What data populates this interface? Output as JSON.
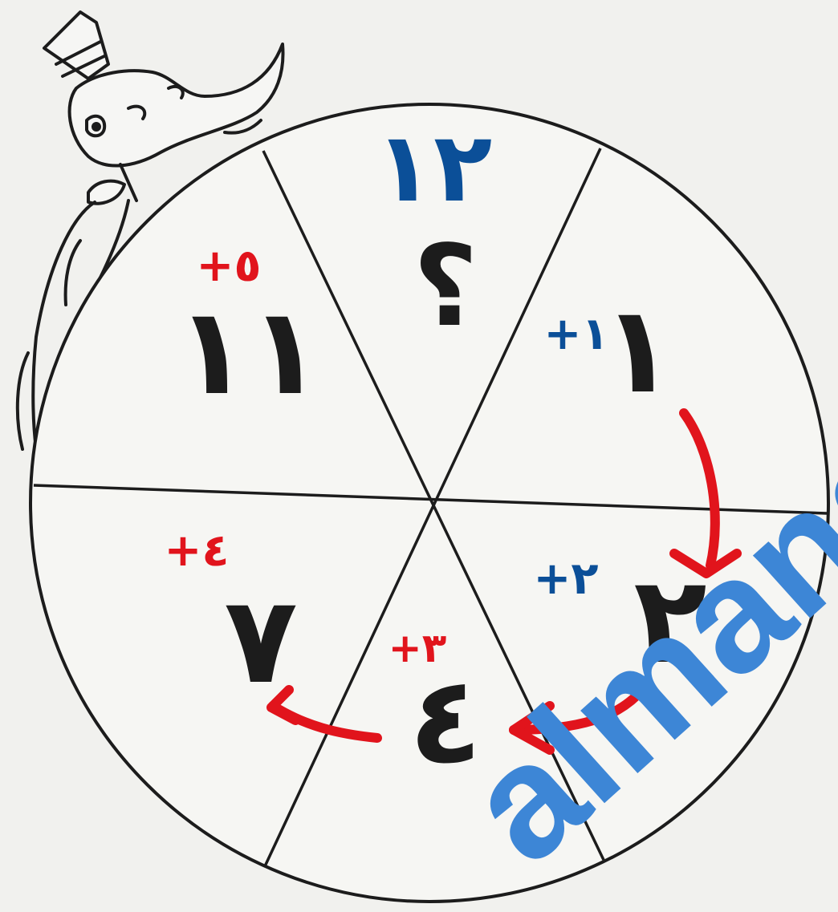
{
  "diagram": {
    "center_answer": "١٢",
    "sections": [
      {
        "id": "top",
        "number": "؟"
      },
      {
        "id": "upper-right",
        "number": "١",
        "step": "+١"
      },
      {
        "id": "lower-right",
        "number": "٢",
        "step": "+٢"
      },
      {
        "id": "bottom",
        "number": "٤",
        "step": "+٣"
      },
      {
        "id": "lower-left",
        "number": "٧",
        "step": "+٤"
      },
      {
        "id": "upper-left",
        "number": "١١",
        "step": "+٥"
      }
    ]
  },
  "colors": {
    "ink": "#1c1c1c",
    "red_annotation": "#e1141c",
    "blue_annotation": "#0b4f98",
    "watermark": "#3d86d6",
    "paper": "#f1f1ee"
  },
  "watermark": {
    "text": "almanahj"
  },
  "icons": [
    "cat-in-hat-character-icon",
    "arrow-icon"
  ]
}
